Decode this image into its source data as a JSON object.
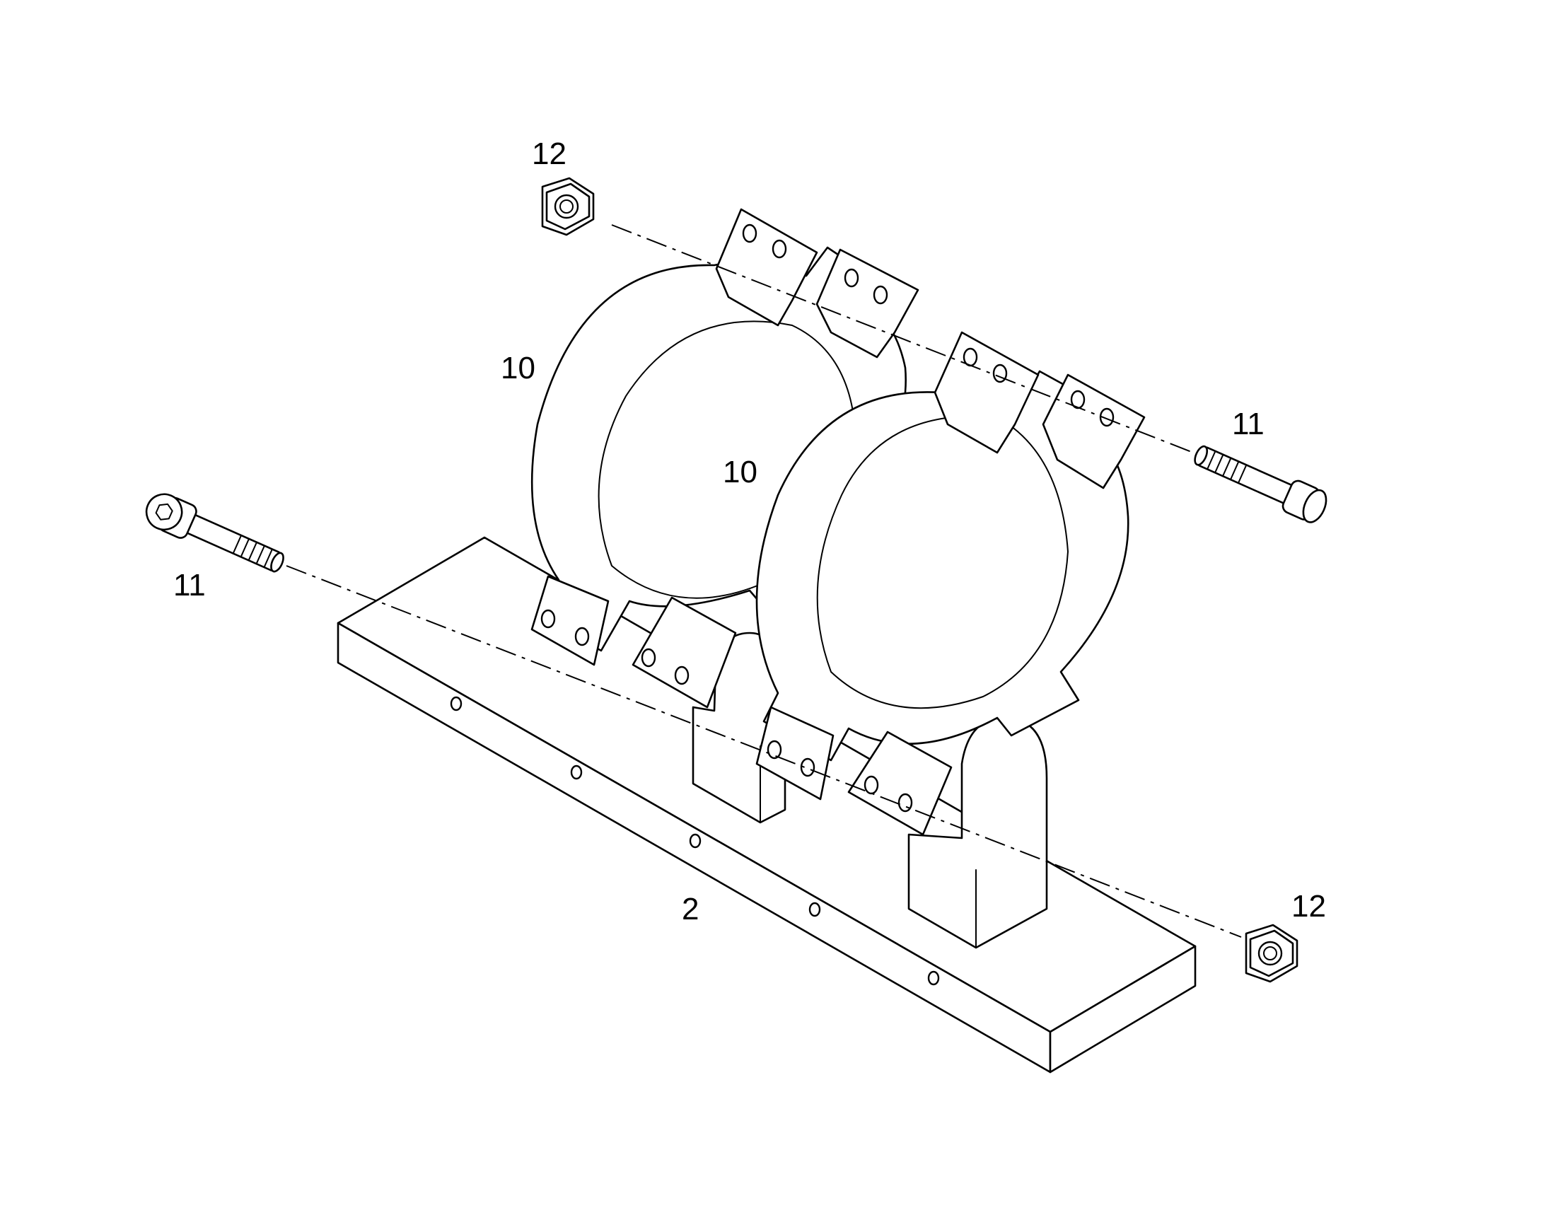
{
  "callouts": {
    "nut_top": "12",
    "nut_bottom": "12",
    "bolt_right": "11",
    "bolt_left": "11",
    "clamp_rear": "10",
    "clamp_front": "10",
    "base": "2"
  }
}
